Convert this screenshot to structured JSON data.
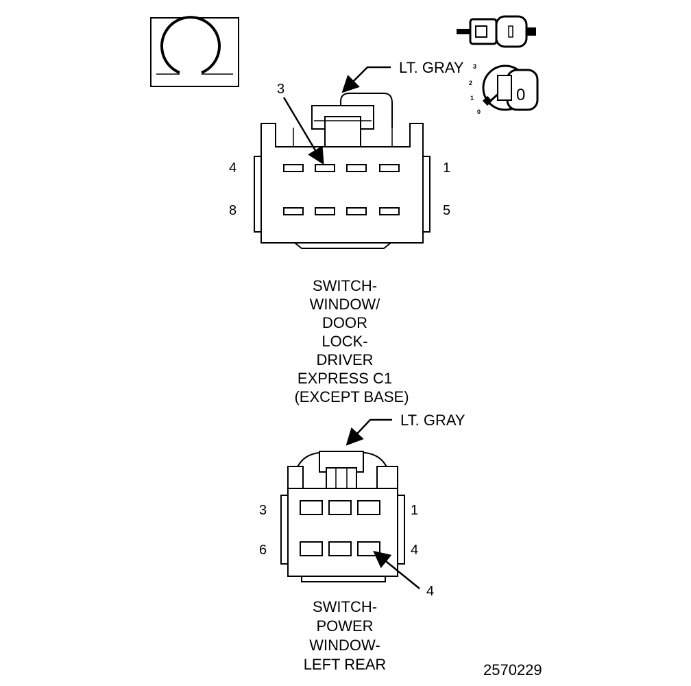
{
  "diagram_id": "2570229",
  "icons": {
    "ohm_symbol": "omega-icon",
    "connector_symbol": "connector-plug-icon",
    "ignition_key": "ignition-key-icon",
    "key_positions": [
      "3",
      "2",
      "1",
      "0"
    ],
    "key_label": "0"
  },
  "connector_c1": {
    "color_label": "LT. GRAY",
    "callout_pin": "3",
    "pin_labels": {
      "top_left": "4",
      "top_right": "1",
      "bottom_left": "8",
      "bottom_right": "5"
    },
    "title_lines": [
      "SWITCH-",
      "WINDOW/",
      "DOOR",
      "LOCK-",
      "DRIVER",
      "EXPRESS C1",
      "(EXCEPT BASE)"
    ]
  },
  "connector_lr": {
    "color_label": "LT. GRAY",
    "callout_pin": "4",
    "pin_labels": {
      "top_left": "3",
      "top_right": "1",
      "bottom_left": "6",
      "bottom_right": "4"
    },
    "title_lines": [
      "SWITCH-",
      "POWER",
      "WINDOW-",
      "LEFT REAR"
    ]
  }
}
